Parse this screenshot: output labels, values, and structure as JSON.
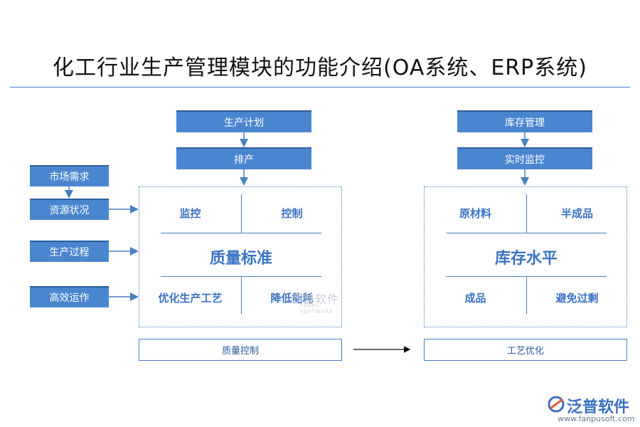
{
  "title": "化工行业生产管理模块的功能介绍(OA系统、ERP系统)",
  "left_inputs": {
    "market_demand": "市场需求",
    "resource_status": "资源状况",
    "production_process": "生产过程",
    "efficient_operation": "高效运作"
  },
  "quality_flow": {
    "production_plan": "生产计划",
    "scheduling": "排产",
    "cells": {
      "monitor": "监控",
      "control": "控制",
      "center": "质量标准",
      "optimize": "优化生产工艺",
      "reduce": "降低能耗"
    },
    "footer": "质量控制"
  },
  "inventory_flow": {
    "inventory_management": "库存管理",
    "realtime_monitor": "实时监控",
    "cells": {
      "raw_material": "原材料",
      "semi_finished": "半成品",
      "center": "库存水平",
      "finished": "成品",
      "avoid_excess": "避免过剩"
    },
    "footer": "工艺优化"
  },
  "watermark": {
    "text": "泛普软件",
    "sub": "FANPU SOFTWARE"
  },
  "logo": {
    "name": "泛普软件",
    "url": "www.fanpusoft.com"
  },
  "colors": {
    "box_fill": "#4a86cf",
    "accent_text": "#3a73c4",
    "line": "#4a7fc1"
  }
}
